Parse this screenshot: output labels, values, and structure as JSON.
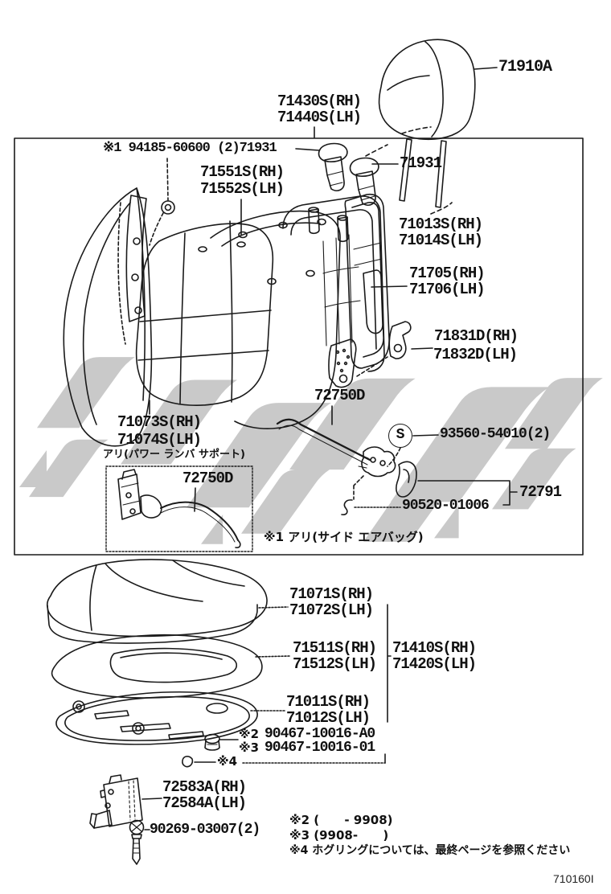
{
  "page": {
    "code": "710160I"
  },
  "colors": {
    "line": "#1a1a1a",
    "watermark": "#c9c9c9"
  },
  "labels": {
    "headrest_pad": "71910A",
    "headrest_assy_rh": "71430S(RH)",
    "headrest_assy_lh": "71440S(LH)",
    "note1_bolt_line": "※1 94185-60600 (2)71931",
    "back_cover_rh": "71551S(RH)",
    "back_cover_lh": "71552S(LH)",
    "headrest_support": "71931",
    "back_frame_rh": "71013S(RH)",
    "back_frame_lh": "71014S(LH)",
    "back_board_rh": "71705(RH)",
    "back_board_lh": "71706(LH)",
    "recliner_cover_rh": "71831D(RH)",
    "recliner_cover_lh": "71832D(LH)",
    "lumbar_rod_main": "72750D",
    "back_pad_rh": "71073S(RH)",
    "back_pad_lh": "71074S(LH)",
    "jp_power_lumbar": "アリ(パワー ランバ サポート)",
    "lumbar_rod_box": "72750D",
    "s_symbol": "S",
    "screw_93560": "93560-54010(2)",
    "clip_90520": "90520-01006",
    "lumbar_knob": "72791",
    "note1_side_airbag": "※1 アリ(サイド エアバッグ)",
    "cushion_cover_rh": "71071S(RH)",
    "cushion_cover_lh": "71072S(LH)",
    "cushion_pad_rh": "71511S(RH)",
    "cushion_pad_lh": "71512S(LH)",
    "cushion_assy_rh": "71410S(RH)",
    "cushion_assy_lh": "71420S(LH)",
    "seat_frame_rh": "71011S(RH)",
    "seat_frame_lh": "71012S(LH)",
    "note2_mark": "※2",
    "nut_90467_a": "90467-10016-A0",
    "note3_mark": "※3",
    "nut_90467_b": "90467-10016-01",
    "note4_mark": "※4",
    "airbag_sensor_rh": "72583A(RH)",
    "airbag_sensor_lh": "72584A(LH)",
    "screw_90269": "90269-03007(2)"
  },
  "footnotes": {
    "note2": "※2 (      - 9908)",
    "note3": "※3 (9908-      )",
    "note4": "※4 ホグリングについては、最終ページを参照ください"
  }
}
